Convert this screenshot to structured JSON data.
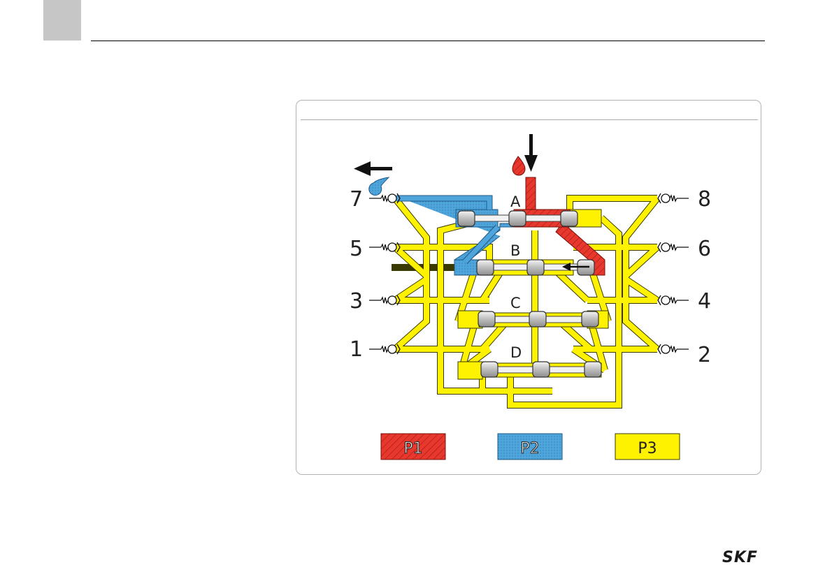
{
  "header": {
    "page_tab_color": "#c6c6c6"
  },
  "diagram": {
    "pistons": [
      "A",
      "B",
      "C",
      "D"
    ],
    "outlets_left": [
      "7",
      "5",
      "3",
      "1"
    ],
    "outlets_right": [
      "8",
      "6",
      "4",
      "2"
    ],
    "legend": [
      {
        "label": "P1",
        "color": "#e8382e"
      },
      {
        "label": "P2",
        "color": "#4ea5dc"
      },
      {
        "label": "P3",
        "color": "#fff200"
      }
    ],
    "icons": [
      "lubricant-drop-red-icon",
      "lubricant-drop-blue-icon",
      "inlet-arrow-icon",
      "outlet-arrow-icon",
      "check-valve-icon"
    ]
  },
  "footer": {
    "logo_text": "SKF"
  }
}
